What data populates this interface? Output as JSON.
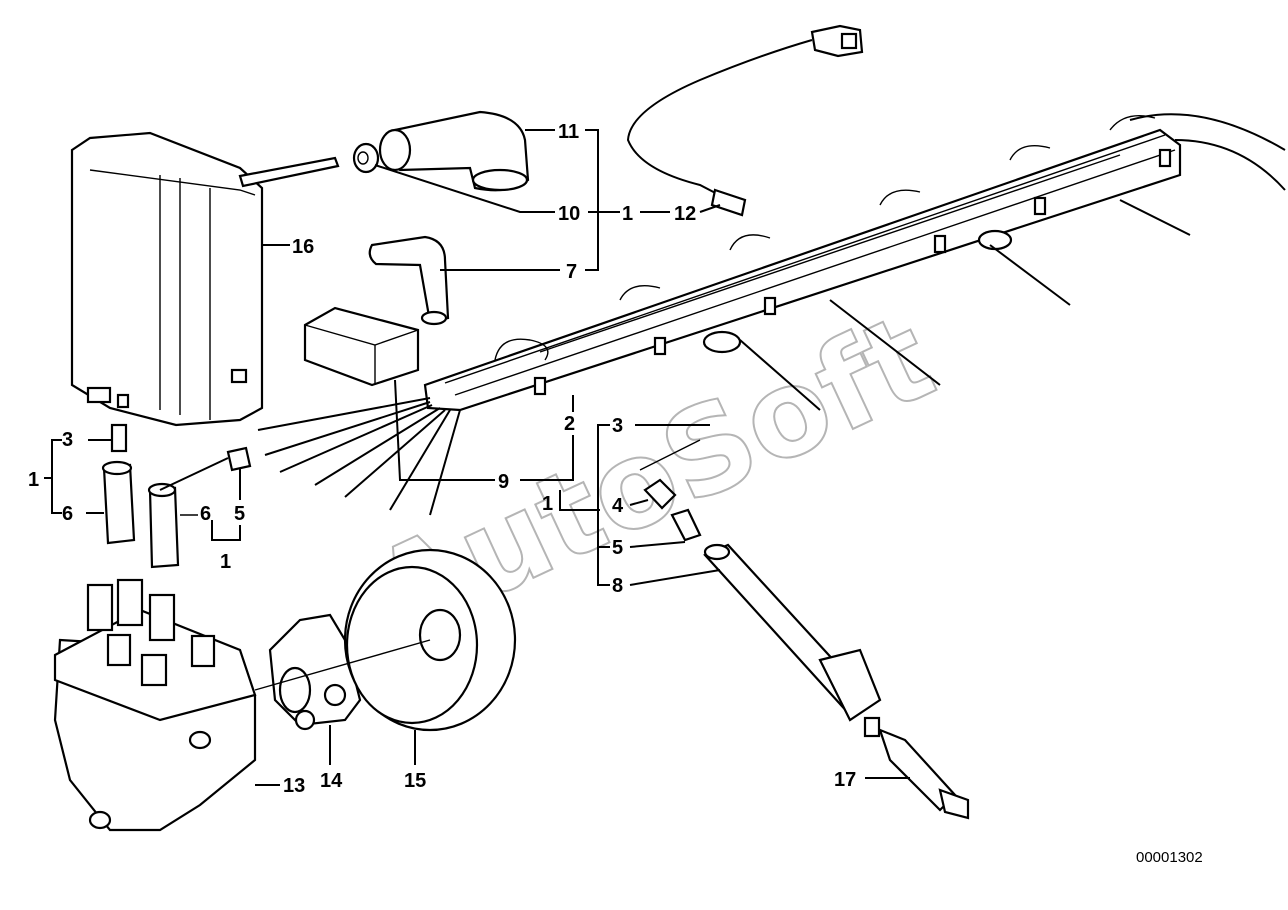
{
  "diagram": {
    "labels": {
      "l1_left": "1",
      "l3_left": "3",
      "l6_left": "6",
      "l6_mid": "6",
      "l5_mid": "5",
      "l1_mid": "1",
      "l16": "16",
      "l11": "11",
      "l10": "10",
      "l1_top": "1",
      "l12": "12",
      "l7": "7",
      "l2": "2",
      "l9": "9",
      "l1_right": "1",
      "l3_right": "3",
      "l4_right": "4",
      "l5_right": "5",
      "l8": "8",
      "l13": "13",
      "l14": "14",
      "l15": "15",
      "l17": "17"
    },
    "reference": "00001302",
    "watermark": "AutoSoft"
  }
}
